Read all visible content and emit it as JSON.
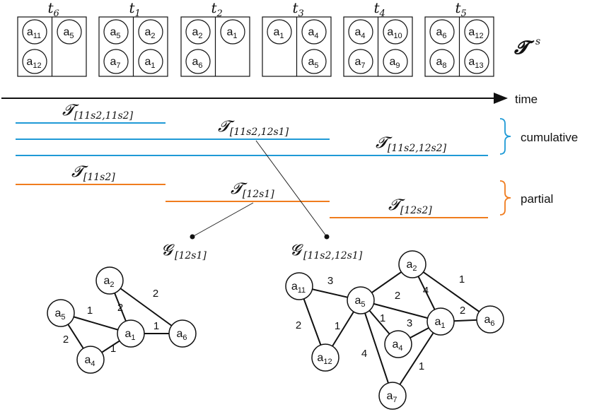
{
  "timeline": {
    "axis_label": "time",
    "collection_symbol": "𝓣",
    "collection_superscript": "s",
    "slots": [
      {
        "label_base": "t",
        "label_sub": "6",
        "left": [
          "11",
          "12"
        ],
        "right": [
          "5"
        ]
      },
      {
        "label_base": "t",
        "label_sub": "1",
        "left": [
          "5",
          "7"
        ],
        "right": [
          "2",
          "1"
        ]
      },
      {
        "label_base": "t",
        "label_sub": "2",
        "left": [
          "2",
          "6"
        ],
        "right": [
          "1"
        ]
      },
      {
        "label_base": "t",
        "label_sub": "3",
        "left": [
          "1"
        ],
        "right": [
          "4",
          "5"
        ]
      },
      {
        "label_base": "t",
        "label_sub": "4",
        "left": [
          "4",
          "7"
        ],
        "right": [
          "10",
          "9"
        ]
      },
      {
        "label_base": "t",
        "label_sub": "5",
        "left": [
          "6",
          "8"
        ],
        "right": [
          "12",
          "13"
        ]
      }
    ]
  },
  "intervals": {
    "symbol": "𝓣",
    "cumulative": [
      {
        "sub": "[11s2,11s2]"
      },
      {
        "sub": "[11s2,12s1]"
      },
      {
        "sub": "[11s2,12s2]"
      }
    ],
    "partial": [
      {
        "sub": "[11s2]"
      },
      {
        "sub": "[12s1]"
      },
      {
        "sub": "[12s2]"
      }
    ],
    "cumulative_label": "cumulative",
    "partial_label": "partial"
  },
  "graph_labels": {
    "symbol": "𝓖",
    "left_sub": "[12s1]",
    "right_sub": "[11s2,12s1]"
  },
  "graph_left": {
    "nodes": [
      {
        "id": "2"
      },
      {
        "id": "5"
      },
      {
        "id": "1"
      },
      {
        "id": "6"
      },
      {
        "id": "4"
      }
    ],
    "edges": [
      {
        "from": "2",
        "to": "1",
        "weight": "2"
      },
      {
        "from": "2",
        "to": "6",
        "weight": "2"
      },
      {
        "from": "5",
        "to": "1",
        "weight": "1"
      },
      {
        "from": "5",
        "to": "4",
        "weight": "2"
      },
      {
        "from": "1",
        "to": "6",
        "weight": "1"
      },
      {
        "from": "4",
        "to": "1",
        "weight": "1"
      }
    ]
  },
  "graph_right": {
    "nodes": [
      {
        "id": "11"
      },
      {
        "id": "2"
      },
      {
        "id": "5"
      },
      {
        "id": "1"
      },
      {
        "id": "6"
      },
      {
        "id": "4"
      },
      {
        "id": "12"
      },
      {
        "id": "7"
      }
    ],
    "edges": [
      {
        "from": "11",
        "to": "5",
        "weight": "3"
      },
      {
        "from": "11",
        "to": "12",
        "weight": "2"
      },
      {
        "from": "5",
        "to": "12",
        "weight": "1"
      },
      {
        "from": "5",
        "to": "2",
        "weight": ""
      },
      {
        "from": "5",
        "to": "1",
        "weight": "2"
      },
      {
        "from": "5",
        "to": "4",
        "weight": "1"
      },
      {
        "from": "5",
        "to": "7",
        "weight": "4"
      },
      {
        "from": "2",
        "to": "1",
        "weight": "4"
      },
      {
        "from": "2",
        "to": "6",
        "weight": "1"
      },
      {
        "from": "4",
        "to": "1",
        "weight": "3"
      },
      {
        "from": "1",
        "to": "6",
        "weight": "2"
      },
      {
        "from": "1",
        "to": "7",
        "weight": "1"
      }
    ]
  },
  "colors": {
    "cumulative": "#1f9ad6",
    "partial": "#f07c1e",
    "ink": "#111111"
  }
}
